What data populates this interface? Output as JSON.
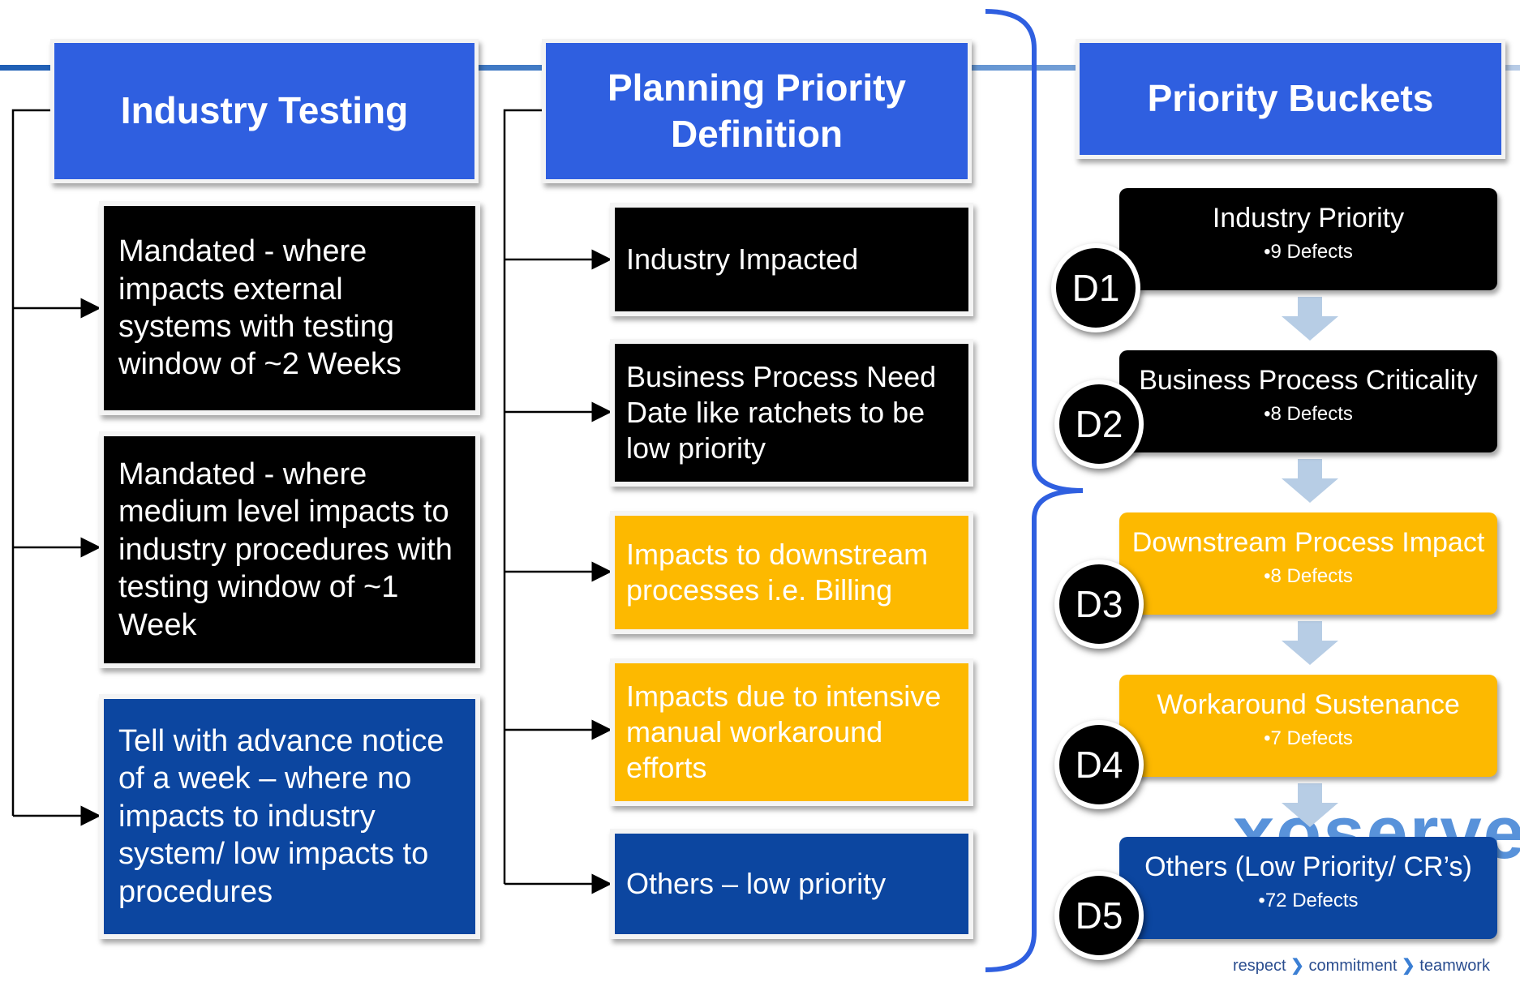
{
  "headers": {
    "industry_testing": "Industry Testing",
    "planning_priority": "Planning Priority Definition",
    "priority_buckets": "Priority Buckets"
  },
  "industry_testing_items": [
    {
      "text": "Mandated - where impacts external systems with testing window of ~2 Weeks",
      "color": "#000000"
    },
    {
      "text": " Mandated - where medium level impacts to industry procedures with testing window of ~1 Week",
      "color": "#000000"
    },
    {
      "text": "Tell with advance notice of a week – where no impacts to industry system/ low impacts to procedures",
      "color": "#0c46a0"
    }
  ],
  "planning_items": [
    {
      "text": "Industry Impacted",
      "color": "#000000"
    },
    {
      "text": "Business Process Need Date like ratchets to be low priority",
      "color": "#000000"
    },
    {
      "text": "Impacts to downstream processes i.e. Billing",
      "color": "#fdb900"
    },
    {
      "text": "Impacts due to intensive manual workaround efforts",
      "color": "#fdb900"
    },
    {
      "text": "Others – low priority",
      "color": "#0c46a0"
    }
  ],
  "buckets": [
    {
      "code": "D1",
      "title": "Industry Priority",
      "defects": "•9 Defects",
      "color": "#000000"
    },
    {
      "code": "D2",
      "title": "Business Process Criticality",
      "defects": "•8 Defects",
      "color": "#000000"
    },
    {
      "code": "D3",
      "title": "Downstream Process Impact",
      "defects": "•8 Defects",
      "color": "#fdb900"
    },
    {
      "code": "D4",
      "title": "Workaround Sustenance",
      "defects": "•7 Defects",
      "color": "#fdb900"
    },
    {
      "code": "D5",
      "title": "Others (Low Priority/ CR’s)",
      "defects": "•72 Defects",
      "color": "#0c46a0"
    }
  ],
  "footer": {
    "respect": "respect",
    "commitment": "commitment",
    "teamwork": "teamwork"
  },
  "logo_text": "xoserve"
}
